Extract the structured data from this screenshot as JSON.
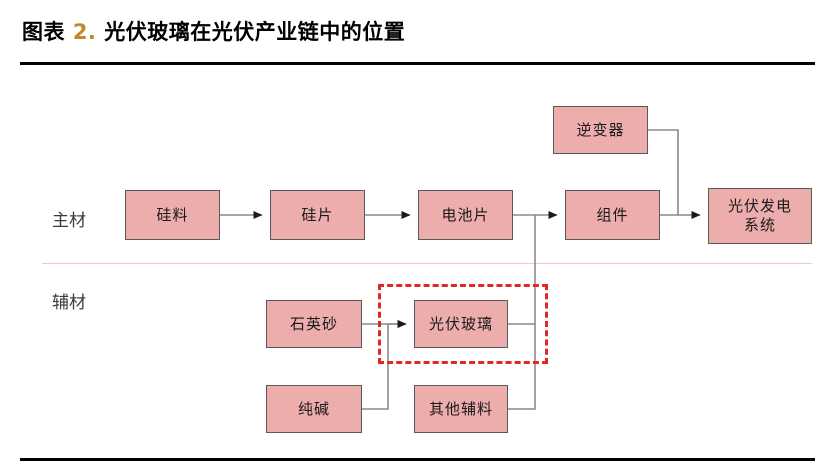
{
  "figure": {
    "title_prefix": "图表",
    "title_number": "2.",
    "title_text": "光伏玻璃在光伏产业链中的位置"
  },
  "rows": {
    "main_label": "主材",
    "aux_label": "辅材"
  },
  "nodes": {
    "silicon_material": "硅料",
    "silicon_wafer": "硅片",
    "solar_cell": "电池片",
    "module": "组件",
    "inverter": "逆变器",
    "pv_system": "光伏发电\n系统",
    "quartz_sand": "石英砂",
    "pv_glass": "光伏玻璃",
    "soda_ash": "纯碱",
    "other_aux": "其他辅料"
  },
  "colors": {
    "node_fill": "#eeadad",
    "node_border": "#595959",
    "highlight_dashed": "#e02626",
    "connector": "#808080",
    "divider_pink": "#f2c9c9",
    "rule_black": "#000000",
    "title_number": "#bf8a2a"
  },
  "chart_data": {
    "type": "diagram",
    "title": "图表 2. 光伏玻璃在光伏产业链中的位置",
    "lanes": [
      {
        "label": "主材",
        "nodes": [
          "硅料",
          "硅片",
          "电池片",
          "组件",
          "逆变器",
          "光伏发电系统"
        ]
      },
      {
        "label": "辅材",
        "nodes": [
          "石英砂",
          "光伏玻璃",
          "纯碱",
          "其他辅料"
        ]
      }
    ],
    "edges": [
      {
        "from": "硅料",
        "to": "硅片",
        "arrow": true
      },
      {
        "from": "硅片",
        "to": "电池片",
        "arrow": true
      },
      {
        "from": "电池片",
        "to": "组件",
        "arrow": true
      },
      {
        "from": "组件",
        "to": "光伏发电系统",
        "arrow": true
      },
      {
        "from": "逆变器",
        "to": "光伏发电系统",
        "arrow": true
      },
      {
        "from": "石英砂",
        "to": "光伏玻璃",
        "arrow": true
      },
      {
        "from": "纯碱",
        "to": "光伏玻璃",
        "arrow": true
      },
      {
        "from": "光伏玻璃",
        "to": "组件",
        "arrow": false
      },
      {
        "from": "其他辅料",
        "to": "组件",
        "arrow": false
      }
    ],
    "highlight": {
      "nodes": [
        "光伏玻璃"
      ],
      "style": "red-dashed-rectangle"
    }
  }
}
